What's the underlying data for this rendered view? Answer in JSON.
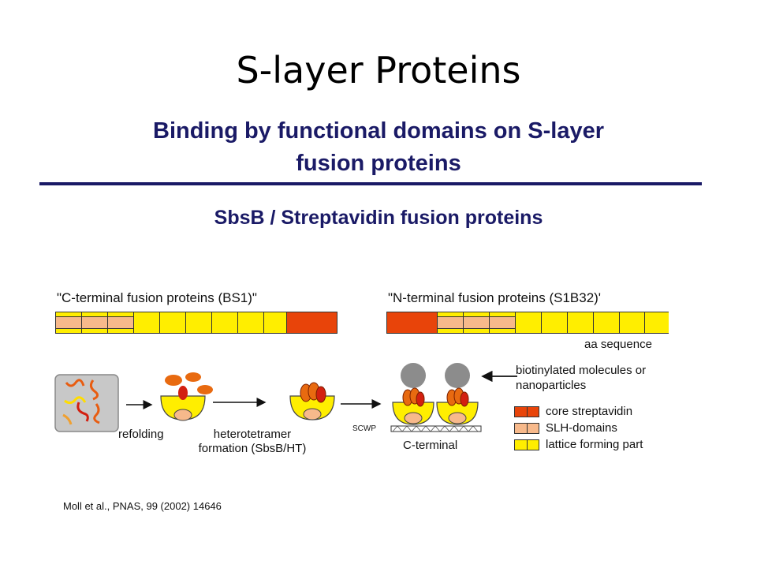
{
  "slide": {
    "title": "S-layer Proteins"
  },
  "figure": {
    "subtitle_line1": "Binding by functional domains on S-layer",
    "subtitle_line2": "fusion proteins",
    "section_title": "SbsB / Streptavidin fusion proteins",
    "c_terminal_caption": "\"C-terminal fusion proteins (BS1)\"",
    "n_terminal_caption": "\"N-terminal fusion proteins (S1B32)'",
    "aa_sequence_label": "aa sequence",
    "step_labels": {
      "refolding": "refolding",
      "hetero_line1": "heterotetramer",
      "hetero_line2": "formation (SbsB/HT)",
      "scwp": "SCWP",
      "c_terminal": "C-terminal"
    },
    "annotation_line1": "biotinylated molecules or",
    "annotation_line2": "nanoparticles",
    "legend": [
      {
        "label": "core streptavidin",
        "color": "#e8440a"
      },
      {
        "label": "SLH-domains",
        "color": "#f7b98b"
      },
      {
        "label": "lattice forming part",
        "color": "#ffee00"
      }
    ],
    "citation": "Moll et al., PNAS, 99 (2002) 14646"
  }
}
